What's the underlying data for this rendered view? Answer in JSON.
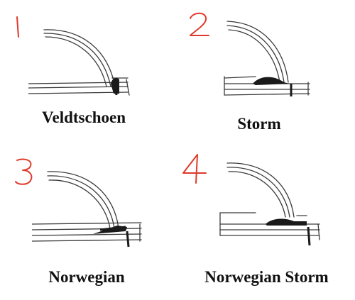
{
  "panels": [
    {
      "number": "1",
      "caption": "Veldtschoen"
    },
    {
      "number": "2",
      "caption": "Storm"
    },
    {
      "number": "3",
      "caption": "Norwegian"
    },
    {
      "number": "4",
      "caption": "Norwegian Storm"
    }
  ],
  "colors": {
    "number_ink": "#e0392b",
    "pencil": "#3a3a3a",
    "shading": "#1a1a1a",
    "caption": "#111111"
  }
}
